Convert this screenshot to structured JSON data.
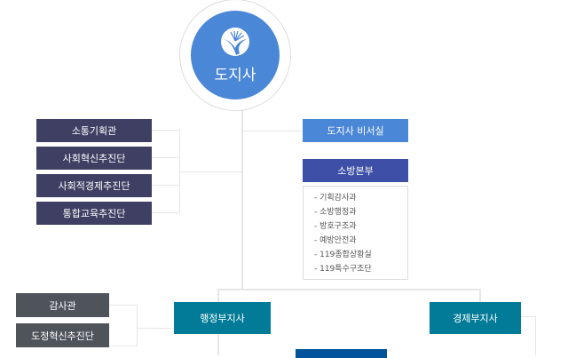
{
  "governor": {
    "label": "도지사"
  },
  "left_units": [
    "소통기획관",
    "사회혁신추진단",
    "사회적경제추진단",
    "통합교육추진단"
  ],
  "secretary": "도지사 비서실",
  "fire": {
    "title": "소방본부",
    "items": [
      "기획감사과",
      "소방행정과",
      "방호구조과",
      "예방안전과",
      "119종합상황실",
      "119특수구조단"
    ]
  },
  "vice_admin": "행정부지사",
  "vice_econ": "경제부지사",
  "admin_units": [
    "감사관",
    "도정혁신추진단"
  ],
  "colors": {
    "governor": "#4a87d6",
    "navy": "#3e3f63",
    "secretary": "#4a87d6",
    "fire": "#3d4fa6",
    "teal": "#017b97",
    "gray": "#4f545b",
    "bottom": "#02539a"
  }
}
